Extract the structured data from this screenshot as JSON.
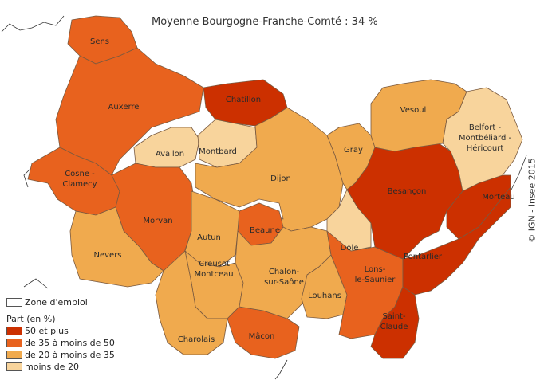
{
  "title": "Moyenne Bourgogne-Franche-Comté : 34 %",
  "credit": "© IGN - Insee 2015",
  "colors": {
    "c50": "#cc3000",
    "c35": "#e8621e",
    "c20": "#f0aa4e",
    "c0": "#f8d49c",
    "border": "#7a5a40"
  },
  "legend": {
    "zone_label": "Zone d'emploi",
    "title": "Part (en %)",
    "items": [
      {
        "label": "50 et plus",
        "cls": "c50"
      },
      {
        "label": "de 35 à moins de 50",
        "cls": "c35"
      },
      {
        "label": "de 20 à moins de 35",
        "cls": "c20"
      },
      {
        "label": "moins de 20",
        "cls": "c0"
      }
    ]
  },
  "zones": [
    {
      "name": "Sens",
      "cls": "c35"
    },
    {
      "name": "Auxerre",
      "cls": "c35"
    },
    {
      "name": "Chatillon",
      "cls": "c50"
    },
    {
      "name": "Avallon",
      "cls": "c0"
    },
    {
      "name": "Montbard",
      "cls": "c0"
    },
    {
      "name": "Cosne - Clamecy",
      "cls": "c35"
    },
    {
      "name": "Morvan",
      "cls": "c35"
    },
    {
      "name": "Nevers",
      "cls": "c20"
    },
    {
      "name": "Dijon",
      "cls": "c20"
    },
    {
      "name": "Beaune",
      "cls": "c35"
    },
    {
      "name": "Autun",
      "cls": "c20"
    },
    {
      "name": "Creusot - Montceau",
      "cls": "c20"
    },
    {
      "name": "Charolais",
      "cls": "c20"
    },
    {
      "name": "Mâcon",
      "cls": "c35"
    },
    {
      "name": "Chalon-sur-Saône",
      "cls": "c20"
    },
    {
      "name": "Louhans",
      "cls": "c20"
    },
    {
      "name": "Lons-le-Saunier",
      "cls": "c35"
    },
    {
      "name": "Saint-Claude",
      "cls": "c50"
    },
    {
      "name": "Pontarlier",
      "cls": "c50"
    },
    {
      "name": "Dole",
      "cls": "c0"
    },
    {
      "name": "Gray",
      "cls": "c20"
    },
    {
      "name": "Besançon",
      "cls": "c50"
    },
    {
      "name": "Morteau",
      "cls": "c50"
    },
    {
      "name": "Vesoul",
      "cls": "c20"
    },
    {
      "name": "Belfort - Montbéliard - Héricourt",
      "cls": "c0"
    }
  ]
}
